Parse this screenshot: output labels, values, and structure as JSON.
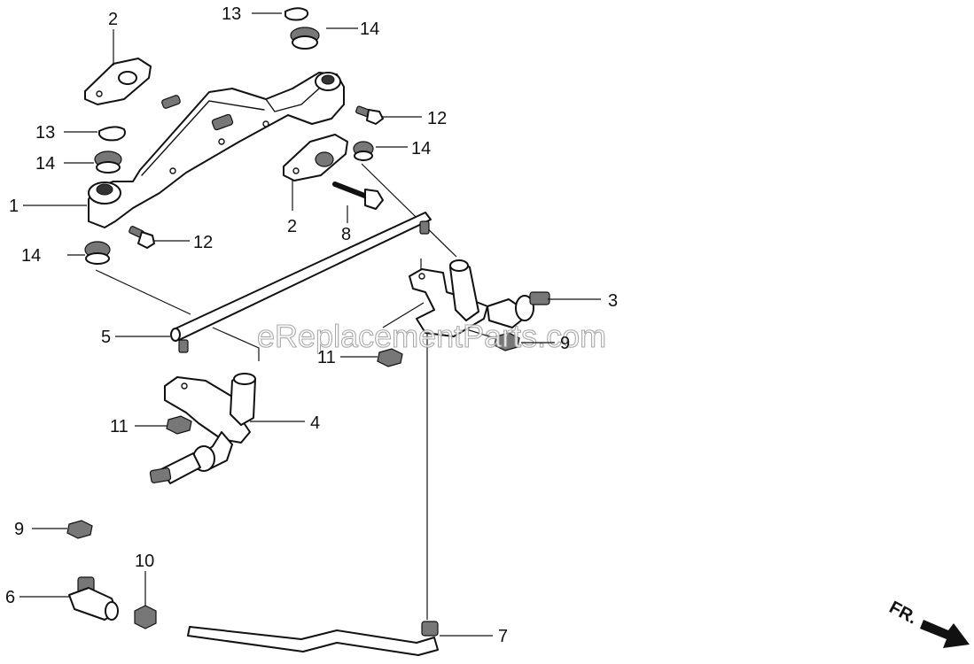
{
  "watermark": "eReplacementParts.com",
  "direction_label": "FR.",
  "callouts": {
    "c_2a": "2",
    "c_13a": "13",
    "c_14a": "14",
    "c_12a": "12",
    "c_13b": "13",
    "c_14b": "14",
    "c_14c": "14",
    "c_2b": "2",
    "c_1": "1",
    "c_12b": "12",
    "c_8": "8",
    "c_14d": "14",
    "c_3": "3",
    "c_5": "5",
    "c_9a": "9",
    "c_11a": "11",
    "c_11b": "11",
    "c_4": "4",
    "c_9b": "9",
    "c_10": "10",
    "c_6": "6",
    "c_7": "7"
  }
}
